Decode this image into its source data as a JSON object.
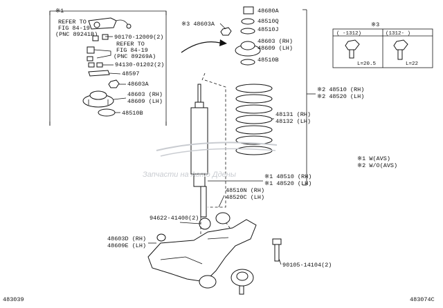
{
  "codes": {
    "bottom_left": "483039",
    "bottom_right": "483074C"
  },
  "group1": {
    "header": "※1",
    "refer1": [
      "REFER TO",
      "FIG 84-19",
      "(PNC 89241B)"
    ],
    "refer2": [
      "REFER TO",
      "FIG 84-19",
      "(PNC 89269A)"
    ],
    "parts": [
      "90170-12009(2)",
      "94130-01202(2)",
      "48597",
      "48603A",
      "48603 (RH)",
      "48609 (LH)",
      "48510B"
    ]
  },
  "top_mid": {
    "label": "※3 48603A"
  },
  "right_top": [
    "48680A",
    "48510Q",
    "48510J",
    "48603 (RH)",
    "48609 (LH)",
    "48510B"
  ],
  "spring": {
    "parts": [
      "※2 48510 (RH)",
      "※2 48520 (LH)",
      "48131 (RH)",
      "48132 (LH)"
    ]
  },
  "absorber": {
    "parts": [
      "※1 48510 (RH)",
      "※1 48520 (LH)",
      "48510N (RH)",
      "48520C (LH)"
    ]
  },
  "legend": {
    "lines": [
      "※1  W(AVS)",
      "※2  W/O(AVS)"
    ]
  },
  "table": {
    "header": "※3",
    "col1_header": "(    -1312)",
    "col2_header": "(1312-    )",
    "col1_value": "L=20.5",
    "col2_value": "L=22"
  },
  "lower": {
    "parts": [
      "94622-41400(2)",
      "48603D (RH)",
      "48609E (LH)",
      "90105-14104(2)"
    ]
  },
  "watermark": {
    "subtitle": "Запчасти на Авто Ддены"
  }
}
